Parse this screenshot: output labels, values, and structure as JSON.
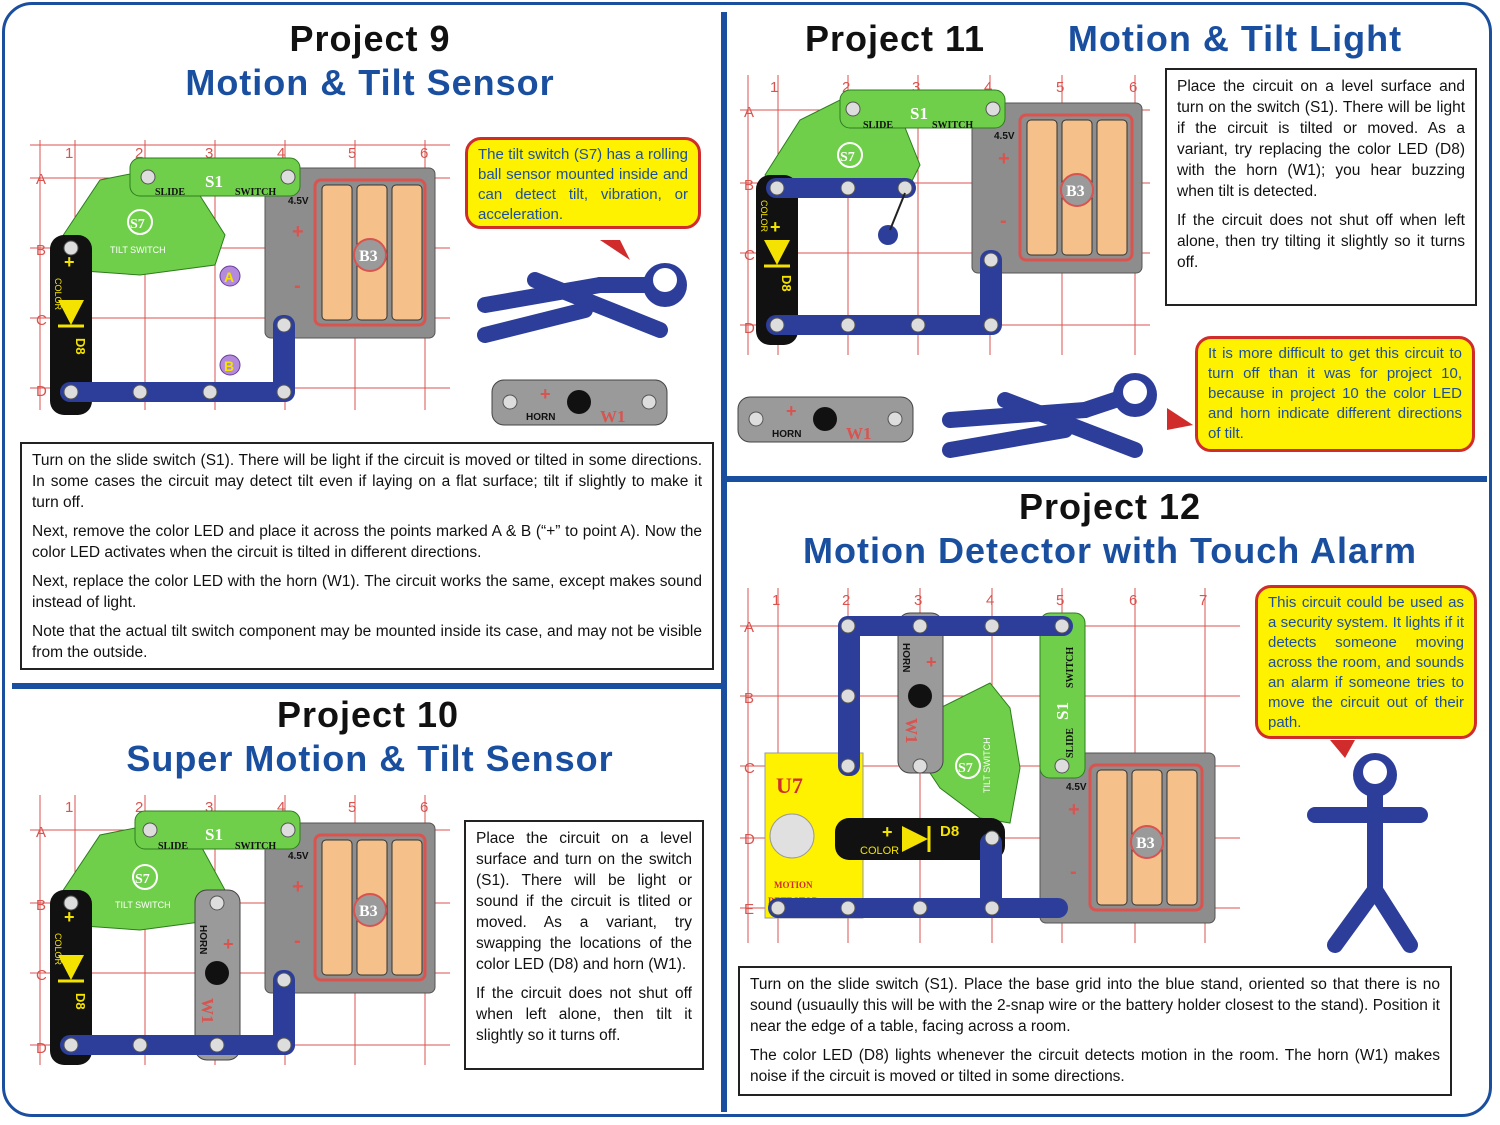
{
  "project9": {
    "title": "Project 9",
    "subtitle": "Motion & Tilt Sensor",
    "bubble": "The tilt switch (S7) has a rolling ball sensor mounted inside and can detect tilt, vibration, or acceleration.",
    "paragraphs": [
      "Turn on the slide switch (S1). There will be light if the circuit is moved or tilted in some directions. In some cases the circuit may detect tilt even if laying on a flat surface; tilt if slightly to make it turn off.",
      "Next, remove the color LED and place it across the points marked A & B (“+” to point A). Now the color LED activates when the circuit is tilted in different directions.",
      "Next, replace the color LED with the horn (W1). The circuit works the same, except makes sound instead of light.",
      "Note that the actual tilt switch component may be mounted inside its case, and may not be visible from the outside."
    ],
    "point_a": "A",
    "point_b": "B"
  },
  "project10": {
    "title": "Project 10",
    "subtitle": "Super Motion & Tilt Sensor",
    "paragraphs": [
      "Place the circuit on a level surface and turn on the switch (S1). There will be light or sound if the circuit is tlited or moved. As a variant, try swapping the locations of the color LED (D8) and horn (W1).",
      "If the circuit does not shut off when left alone, then tilt it slightly so it turns off."
    ]
  },
  "project11": {
    "title": "Project 11",
    "subtitle": "Motion & Tilt Light",
    "paragraphs": [
      "Place the circuit on a level surface and turn on the switch (S1). There will be light if the circuit is tilted or moved. As a variant, try replacing the color LED (D8) with the horn (W1); you hear buzzing when tilt is detected.",
      "If the circuit does not shut off when left alone, then try tilting it slightly so it turns off."
    ],
    "bubble": "It is more difficult to get this circuit to turn off than it was for project 10, because in project 10 the color LED and horn indicate different directions of tilt."
  },
  "project12": {
    "title": "Project 12",
    "subtitle": "Motion Detector with Touch Alarm",
    "bubble": "This circuit could be used as a security system. It lights if it detects someone moving across the room, and sounds an alarm if someone tries to move the circuit out of their path.",
    "paragraphs": [
      "Turn on the slide switch (S1). Place the base grid into the blue stand, oriented so that there is no sound (usuaully this will be with the 2-snap wire or the battery holder closest to the stand). Position it near the edge of a table, facing across a room.",
      "The color LED (D8) lights whenever the circuit detects motion in the room. The horn (W1) makes noise if the circuit is moved or tilted in some directions."
    ],
    "u7_label": "U7",
    "u7_text_1": "MOTION",
    "u7_text_2": "DETECTOR"
  },
  "parts": {
    "s1": "S1",
    "slide": "SLIDE",
    "switch": "SWITCH",
    "s7": "S7",
    "tilt_switch": "TILT SWITCH",
    "b3": "B3",
    "voltage": "4.5V",
    "d8": "D8",
    "color": "COLOR",
    "horn": "HORN",
    "w1": "W1",
    "plus": "+",
    "minus": "-"
  },
  "grid": {
    "cols6": [
      "1",
      "2",
      "3",
      "4",
      "5",
      "6"
    ],
    "cols7": [
      "1",
      "2",
      "3",
      "4",
      "5",
      "6",
      "7"
    ],
    "rows4": [
      "A",
      "B",
      "C",
      "D"
    ],
    "rows5": [
      "A",
      "B",
      "C",
      "D",
      "E"
    ]
  },
  "colors": {
    "brand_blue": "#1a4fa0",
    "grid_red": "#d9534f",
    "wire_blue": "#2c3e9a",
    "switch_green": "#6fcf4a",
    "battery_orange": "#f5c08a",
    "bubble_yellow": "#fff200",
    "motion_yellow": "#fff200"
  }
}
